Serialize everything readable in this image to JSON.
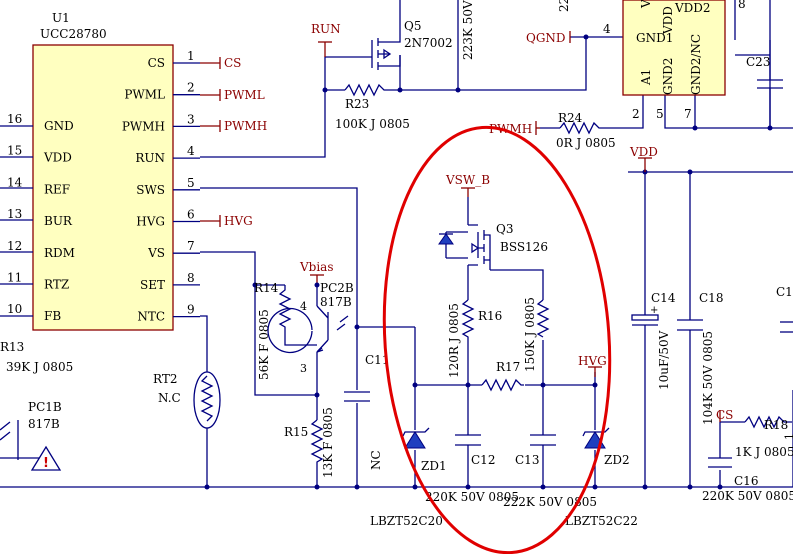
{
  "ic": {
    "ref": "U1",
    "part": "UCC28780",
    "left_pins": [
      {
        "num": "16",
        "name": "GND"
      },
      {
        "num": "15",
        "name": "VDD"
      },
      {
        "num": "14",
        "name": "REF"
      },
      {
        "num": "13",
        "name": "BUR"
      },
      {
        "num": "12",
        "name": "RDM"
      },
      {
        "num": "11",
        "name": "RTZ"
      },
      {
        "num": "10",
        "name": "FB"
      }
    ],
    "right_pins": [
      {
        "num": "1",
        "name": "CS"
      },
      {
        "num": "2",
        "name": "PWML"
      },
      {
        "num": "3",
        "name": "PWMH"
      },
      {
        "num": "4",
        "name": "RUN"
      },
      {
        "num": "5",
        "name": "SWS"
      },
      {
        "num": "6",
        "name": "HVG"
      },
      {
        "num": "7",
        "name": "VS"
      },
      {
        "num": "8",
        "name": "SET"
      },
      {
        "num": "9",
        "name": "NTC"
      }
    ]
  },
  "ic_ports": {
    "cs": "CS",
    "pwml": "PWML",
    "pwmh": "PWMH",
    "hvg": "HVG"
  },
  "nets": {
    "run": "RUN",
    "qgnd": "QGND",
    "pwmh": "PWMH",
    "vdd": "VDD",
    "vsw_b": "VSW_B",
    "vbias": "Vbias",
    "hvg": "HVG",
    "cs": "CS"
  },
  "parts": {
    "q5": {
      "ref": "Q5",
      "value": "2N7002"
    },
    "r23": {
      "ref": "R23",
      "value": "100K J 0805"
    },
    "r_top": {
      "value": "223K 50V"
    },
    "top_cut": "22",
    "a1": {
      "ref": "A1",
      "pins": {
        "gnd1": "GND1",
        "gnd2": "GND2",
        "vdd": "VDD",
        "vdd2": "VDD2",
        "gnd2nc": "GND2/NC",
        "v": "V"
      },
      "pin4": "4",
      "pin2": "2",
      "pin5": "5",
      "pin7": "7",
      "pin8": "8"
    },
    "c23": {
      "ref": "C23"
    },
    "r24": {
      "ref": "R24",
      "value": "0R J 0805"
    },
    "q3": {
      "ref": "Q3",
      "value": "BSS126"
    },
    "r16": {
      "ref": "R16",
      "value": "120R J 0805"
    },
    "r17": {
      "ref": "R17",
      "value": "150K J 0805"
    },
    "c14": {
      "ref": "C14",
      "value": "10uF/50V"
    },
    "c18": {
      "ref": "C18",
      "value": "104K 50V 0805"
    },
    "c_right": {
      "ref": "C1"
    },
    "r14": {
      "ref": "R14",
      "value": "56K F 0805"
    },
    "pc2b": {
      "ref": "PC2B",
      "value": "817B",
      "pin4": "4",
      "pin3": "3"
    },
    "r15": {
      "ref": "R15",
      "value": "13K F 0805"
    },
    "c11": {
      "ref": "C11",
      "note": "NC"
    },
    "zd1": {
      "ref": "ZD1",
      "value": "LBZT52C20"
    },
    "c12": {
      "ref": "C12",
      "value": "220K 50V 0805"
    },
    "c13": {
      "ref": "C13",
      "value": "222K 50V 0805"
    },
    "zd2": {
      "ref": "ZD2",
      "value": "LBZT52C22"
    },
    "r18": {
      "ref": "R18",
      "value": "1K J 0805"
    },
    "c16": {
      "ref": "C16",
      "value": "220K 50V 0805"
    },
    "r13": {
      "ref": "R13",
      "value": "39K J 0805"
    },
    "pc1b": {
      "ref": "PC1B",
      "value": "817B"
    },
    "rt2": {
      "ref": "RT2",
      "value": "N.C"
    }
  },
  "colors": {
    "wire": "#000080",
    "net_label": "#8b0000",
    "highlight": "#e00000",
    "zener": "#1f3fbf",
    "text": "#000000"
  }
}
